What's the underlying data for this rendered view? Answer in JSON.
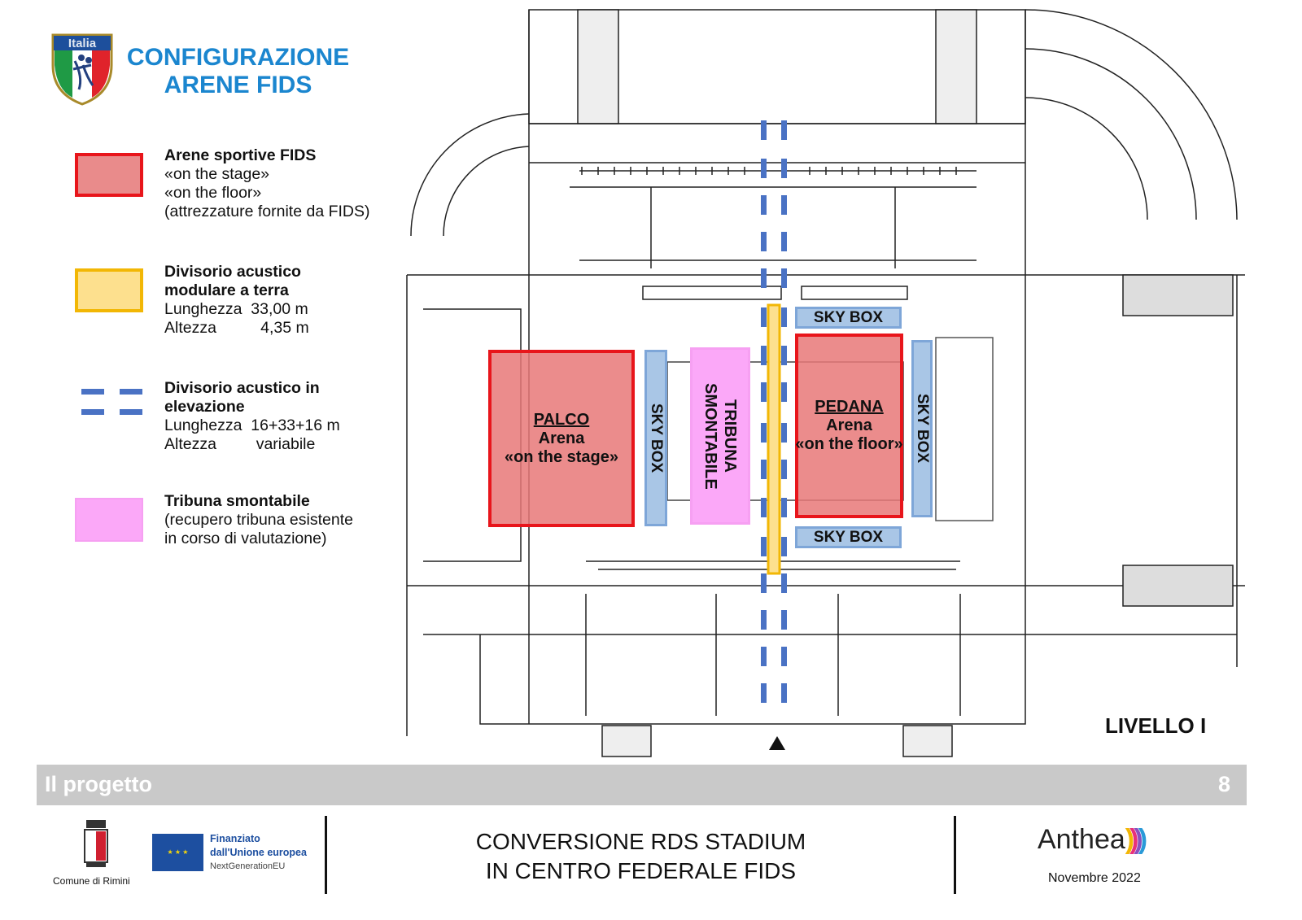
{
  "header": {
    "logo_text": "Italia",
    "title_line1": "CONFIGURAZIONE",
    "title_line2": "ARENE FIDS"
  },
  "legend": [
    {
      "title": "Arene sportive FIDS",
      "lines": [
        "«on the stage»",
        "«on the floor»",
        "(attrezzature fornite da FIDS)"
      ],
      "color": "#e98b8b",
      "border": "#e8151b"
    },
    {
      "title_line1": "Divisorio acustico",
      "title_line2": "modulare a terra",
      "lines": [
        "Lunghezza  33,00 m",
        "Altezza          4,35 m"
      ],
      "color": "#fde08e",
      "border": "#f2b705"
    },
    {
      "title_line1": "Divisorio acustico in",
      "title_line2": "elevazione",
      "lines": [
        "Lunghezza  16+33+16 m",
        "Altezza         variabile"
      ],
      "color": "#4a72c4"
    },
    {
      "title": "Tribuna smontabile",
      "lines": [
        "(recupero tribuna esistente",
        "in corso di valutazione)"
      ],
      "color": "#fba8f8"
    }
  ],
  "plan": {
    "palco": {
      "title": "PALCO",
      "l2": "Arena",
      "l3": "«on the stage»"
    },
    "pedana": {
      "title": "PEDANA",
      "l2": "Arena",
      "l3": "«on the floor»"
    },
    "skybox": "SKY BOX",
    "tribuna_l1": "TRIBUNA",
    "tribuna_l2": "SMONTABILE",
    "level": "LIVELLO I"
  },
  "section_bar": {
    "label": "Il progetto",
    "page": "8"
  },
  "footer": {
    "comune": "Comune di Rimini",
    "eu_l1": "Finanziato",
    "eu_l2": "dall'Unione europea",
    "eu_l3": "NextGenerationEU",
    "title_l1": "CONVERSIONE RDS STADIUM",
    "title_l2": "IN CENTRO FEDERALE FIDS",
    "brand": "Anthea",
    "date": "Novembre 2022"
  }
}
